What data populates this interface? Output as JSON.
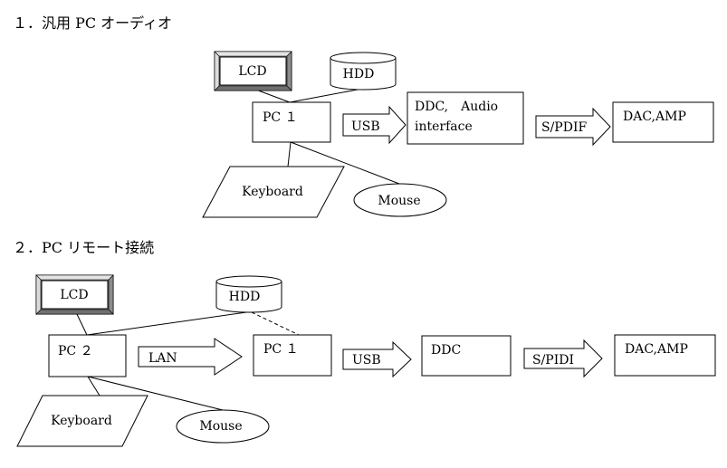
{
  "section1": {
    "heading": "１．汎用 PC オーディオ",
    "lcd": "LCD",
    "hdd": "HDD",
    "pc": "PC １",
    "keyboard": "Keyboard",
    "mouse": "Mouse",
    "usb": "USB",
    "ddc_line1": "DDC,　Audio",
    "ddc_line2": "interface",
    "spdif": "S/PDIF",
    "dac": "DAC,AMP"
  },
  "section2": {
    "heading": "２．PC リモート接続",
    "lcd": "LCD",
    "hdd": "HDD",
    "pc2": "PC ２",
    "keyboard": "Keyboard",
    "mouse": "Mouse",
    "lan": "LAN",
    "pc1": "PC １",
    "usb": "USB",
    "ddc": "DDC",
    "spidi": "S/PIDI",
    "dac": "DAC,AMP"
  }
}
